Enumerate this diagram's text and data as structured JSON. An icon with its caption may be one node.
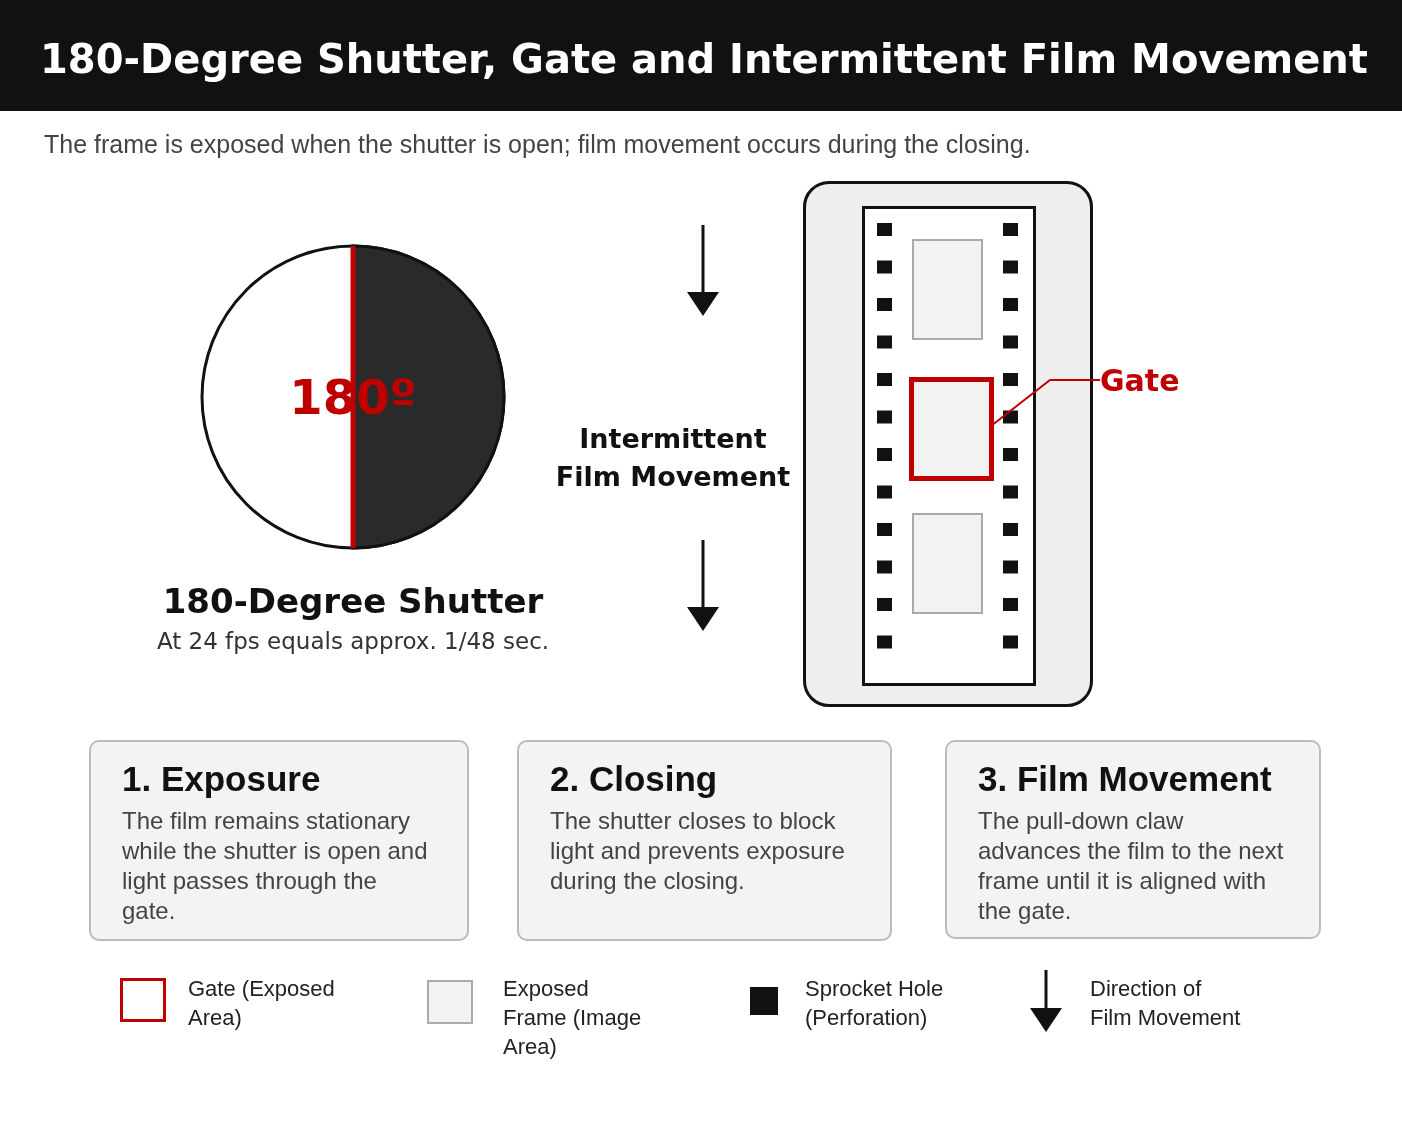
{
  "diagram": {
    "title": "180-Degree Shutter, Gate and Intermittent Film Movement",
    "nodes": [
      {
        "text": [
          "180º"
        ],
        "beside": [
          "180-Degree Shutter",
          "At 24 fps equals approx. 1/48 sec."
        ]
      },
      {
        "text": [],
        "shape": "box"
      },
      {
        "text": [],
        "shape": "box",
        "in": 1
      },
      {
        "text": [
          "Gate"
        ]
      },
      {
        "text": [
          "1. Exposure",
          "The film remains stationary while the shutter is open and light passes through the gate."
        ]
      },
      {
        "text": [
          "2. Closing",
          "The shutter closes to block light and prevents exposure during the closing."
        ]
      },
      {
        "text": [
          "3. Film Movement",
          "The pull-down claw advances the film to the next frame until it is aligned with the gate."
        ]
      }
    ],
    "edges": [
      {
        "from": 3,
        "to": 2,
        "arrow": "none",
        "color": "#c00000"
      }
    ],
    "labels": [
      "The frame is exposed when the shutter is open; film movement occurs during the closing.",
      "Intermittent Film Movement"
    ],
    "legend": [
      {
        "text": "Gate (Exposed Area)"
      },
      {
        "text": "Exposed Frame (Image Area)",
        "color": "#f2f2f2"
      },
      {
        "text": "Sprocket Hole (Perforation)",
        "color": "#111111"
      },
      {
        "text": "Direction of Film Movement"
      }
    ]
  }
}
